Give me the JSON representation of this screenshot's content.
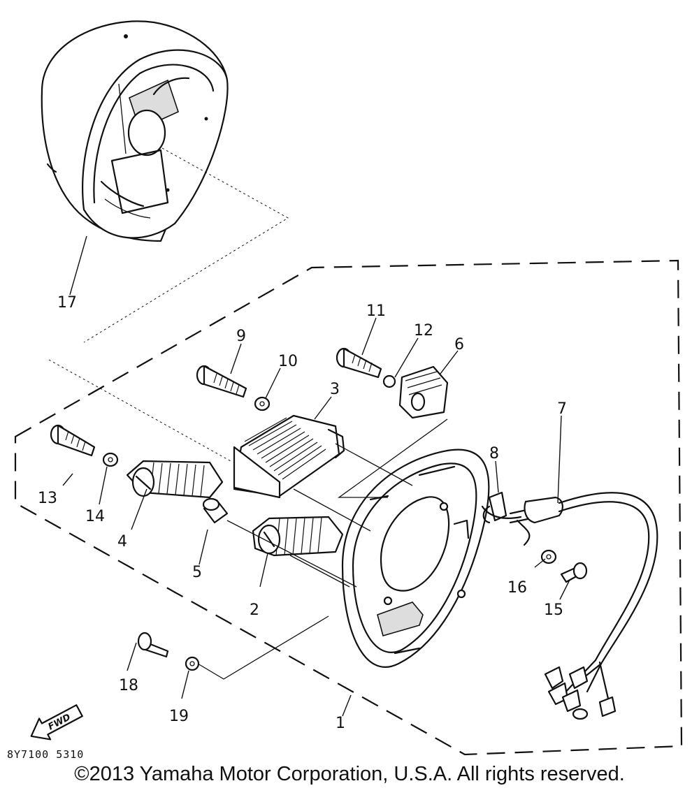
{
  "labels": {
    "p1": "1",
    "p2": "2",
    "p3": "3",
    "p4": "4",
    "p5": "5",
    "p6": "6",
    "p7": "7",
    "p8": "8",
    "p9": "9",
    "p10": "10",
    "p11": "11",
    "p12": "12",
    "p13": "13",
    "p14": "14",
    "p15": "15",
    "p16": "16",
    "p17": "17",
    "p18": "18",
    "p19": "19"
  },
  "fwd_label": "FWD",
  "diagram_code": "8Y7100 5310",
  "copyright": "©2013 Yamaha Motor Corporation, U.S.A. All rights reserved."
}
